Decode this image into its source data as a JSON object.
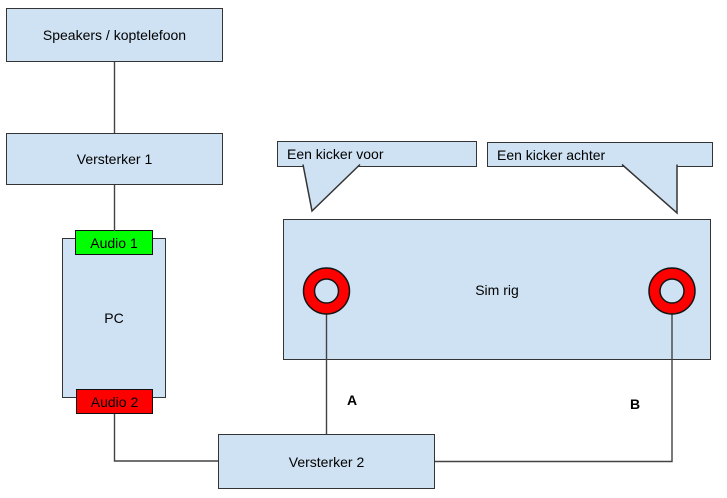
{
  "diagram": {
    "nodes": {
      "speakers": {
        "label": "Speakers / koptelefoon"
      },
      "versterker1": {
        "label": "Versterker 1"
      },
      "pc": {
        "label": "PC"
      },
      "audio1": {
        "label": "Audio 1"
      },
      "audio2": {
        "label": "Audio 2"
      },
      "versterker2": {
        "label": "Versterker 2"
      },
      "simrig": {
        "label": "Sim rig"
      }
    },
    "callouts": {
      "front": {
        "label": "Een kicker voor"
      },
      "rear": {
        "label": "Een kicker achter"
      }
    },
    "connection_labels": {
      "a": "A",
      "b": "B"
    },
    "colors": {
      "node_fill": "#cfe2f3",
      "node_border": "#343434",
      "audio1_green": "#00ff00",
      "audio2_red": "#ff0000",
      "kicker_red": "#ff0000",
      "connector_line": "#424242"
    }
  }
}
